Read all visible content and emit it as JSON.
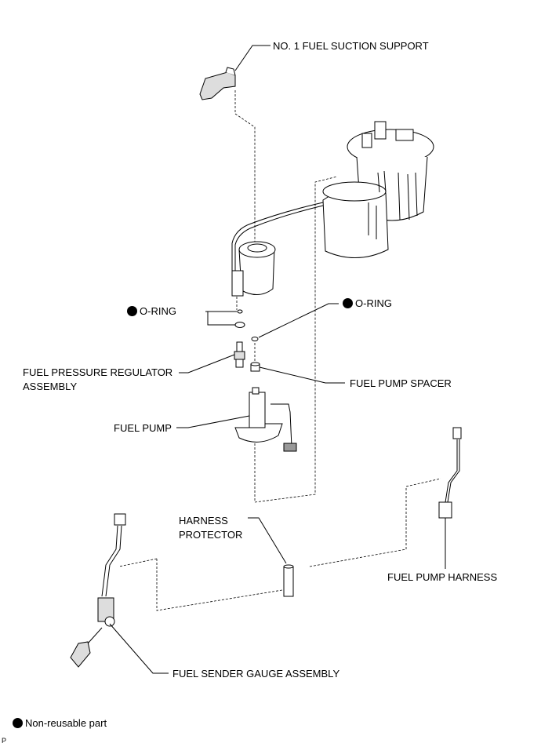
{
  "labels": {
    "suction_support": "NO. 1 FUEL SUCTION SUPPORT",
    "o_ring_left": "O-RING",
    "o_ring_right": "O-RING",
    "regulator_line1": "FUEL PRESSURE REGULATOR",
    "regulator_line2": "ASSEMBLY",
    "pump_spacer": "FUEL PUMP SPACER",
    "fuel_pump": "FUEL PUMP",
    "harness_protector_line1": "HARNESS",
    "harness_protector_line2": "PROTECTOR",
    "pump_harness": "FUEL PUMP HARNESS",
    "sender_gauge": "FUEL SENDER GAUGE ASSEMBLY"
  },
  "legend": {
    "non_reusable": "Non-reusable part"
  },
  "corner_mark": "P",
  "colors": {
    "ink": "#000000",
    "background": "#ffffff"
  }
}
